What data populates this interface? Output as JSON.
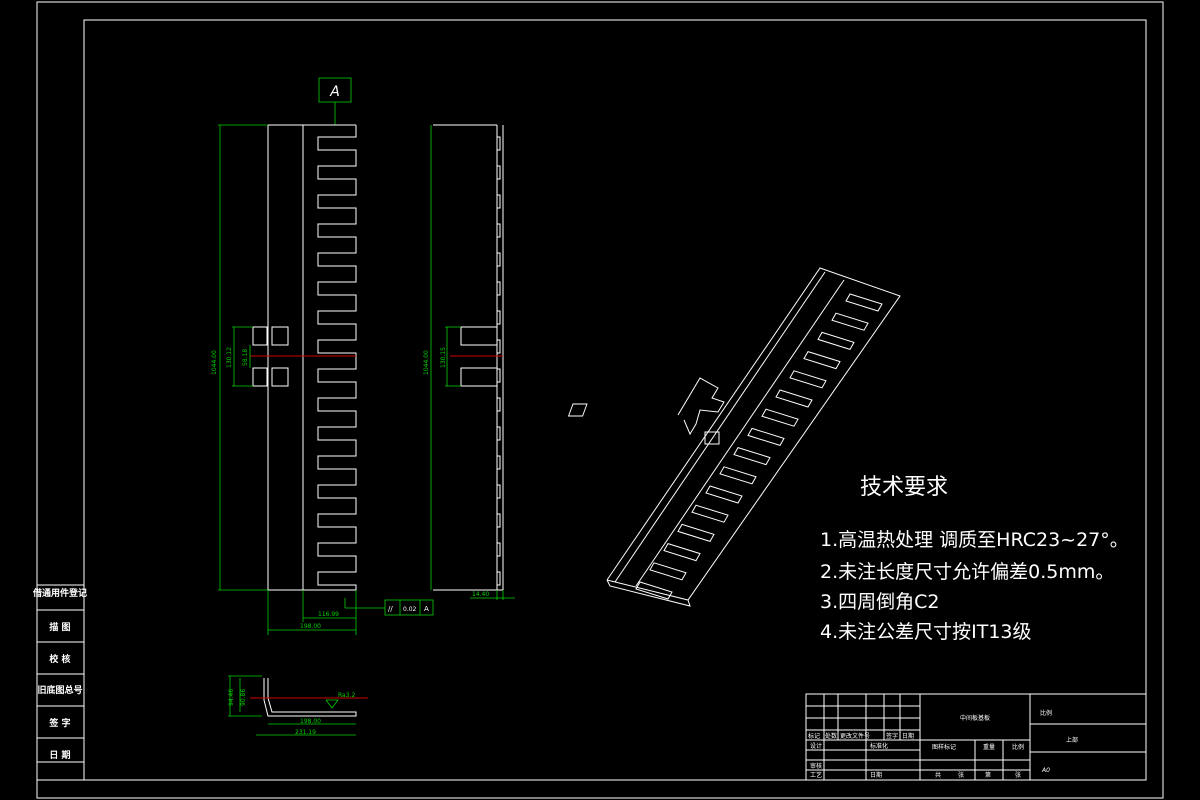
{
  "view_label": "A",
  "dimensions": {
    "front_height": "1044.00",
    "slot_span": "130.12",
    "slot_gap": "58.18",
    "bottom_offset": "116.99",
    "front_width": "198.00",
    "side_height": "1044.00",
    "side_slot_span": "130.15",
    "side_thickness": "14.40",
    "section_h1": "94.46",
    "section_h2": "90.86",
    "section_w1": "198.00",
    "section_w2": "231.19"
  },
  "tolerance": {
    "symbol": "//",
    "value": "0.02",
    "datum": "A"
  },
  "tech_requirements": {
    "title": "技术要求",
    "items": [
      "1.高温热处理  调质至HRC23~27°。",
      "2.未注长度尺寸允许偏差0.5mm。",
      "3.四周倒角C2",
      "4.未注公差尺寸按IT13级"
    ]
  },
  "side_table": [
    "借通用件登记",
    "描 图",
    "校 核",
    "旧底图总号",
    "签 字",
    "日 期"
  ],
  "title_block": {
    "scale_label": "比例",
    "part_name": "上部",
    "drawing_name": "中间板基板",
    "material_label": "重量",
    "sheet": "A0",
    "rows": [
      "标记",
      "处数",
      "更改文件号",
      "签字",
      "日期"
    ],
    "roles": [
      "设计",
      "标准化",
      "审核",
      "工艺",
      "日期"
    ],
    "cells": [
      "图样标记",
      "重量",
      "比例",
      "共",
      "张",
      "第",
      "张"
    ]
  }
}
